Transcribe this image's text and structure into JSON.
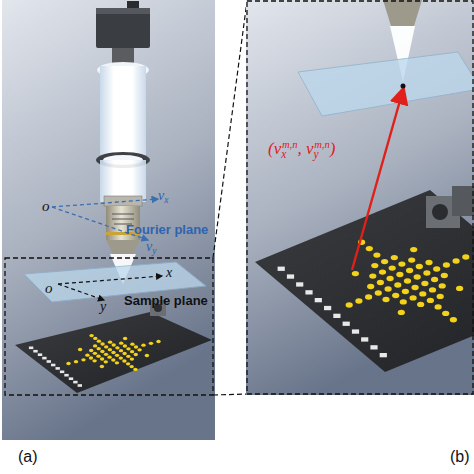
{
  "diagram": {
    "labels": [
      "o",
      "vx",
      "vy",
      "Fourier plane",
      "o",
      "x",
      "y",
      "Sample plane",
      "(vxm,n, vym,n)",
      "(a)",
      "(b)"
    ]
  }
}
